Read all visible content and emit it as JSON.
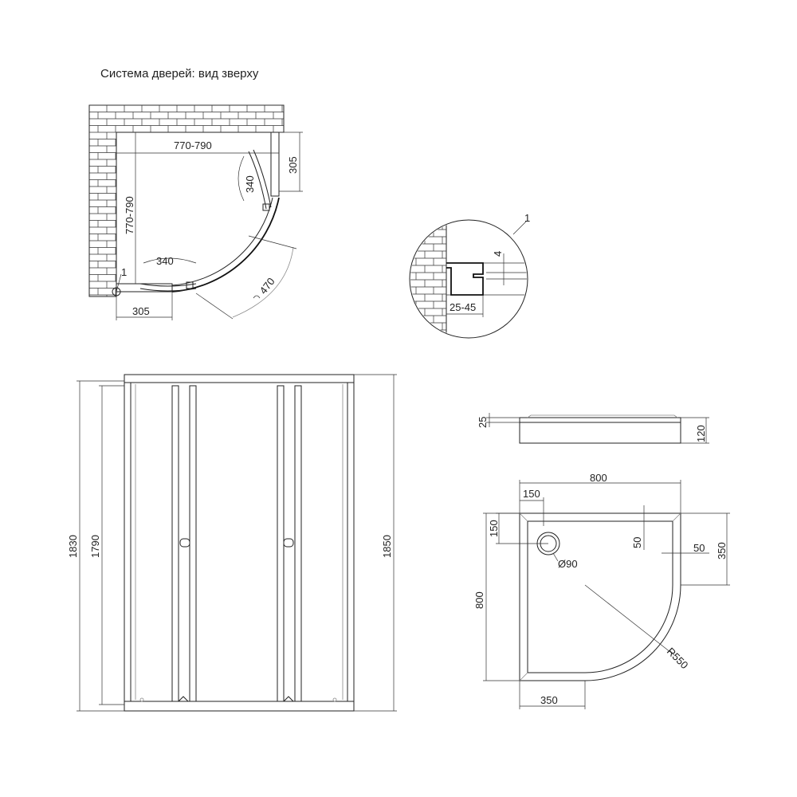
{
  "title": "Система дверей: вид зверху",
  "top_view": {
    "dim_width": "770-790",
    "dim_depth": "770-790",
    "dim_right_side": "305",
    "dim_bottom_side": "305",
    "dim_door_right": "340",
    "dim_door_left": "340",
    "dim_door_opening": "470",
    "callout": "1"
  },
  "profile_detail": {
    "callout": "1",
    "dim_gap": "4",
    "dim_range": "25-45"
  },
  "front_view": {
    "dim_height_outer_left": "1830",
    "dim_height_inner_left": "1790",
    "dim_height_right": "1850"
  },
  "tray_side": {
    "dim_rim": "25",
    "dim_height": "120"
  },
  "tray_top": {
    "dim_width": "800",
    "dim_depth": "800",
    "dim_drain_x": "150",
    "dim_drain_y": "150",
    "dim_drain_diameter": "Ø90",
    "dim_edge_top": "50",
    "dim_edge_right": "50",
    "dim_straight_right": "350",
    "dim_straight_bottom": "350",
    "dim_radius": "R550"
  }
}
